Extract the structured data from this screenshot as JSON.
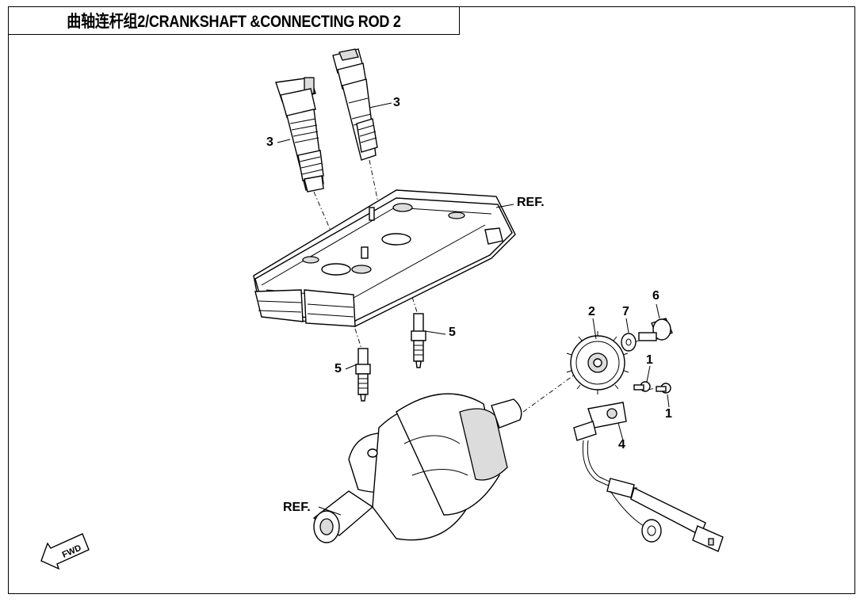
{
  "title": "曲轴连杆组2/CRANKSHAFT &CONNECTING ROD 2",
  "fwd_label": "FWD",
  "callouts": {
    "ref_cover": "REF.",
    "ref_crank": "REF.",
    "coil_left": "3",
    "coil_right": "3",
    "plug_left": "5",
    "plug_right": "5",
    "gear": "2",
    "washer": "7",
    "bolt_big": "6",
    "bolt_upper": "1",
    "bolt_lower": "1",
    "sensor": "4"
  },
  "colors": {
    "line": "#000000",
    "background": "#ffffff",
    "shade": "#d8d8d8"
  }
}
